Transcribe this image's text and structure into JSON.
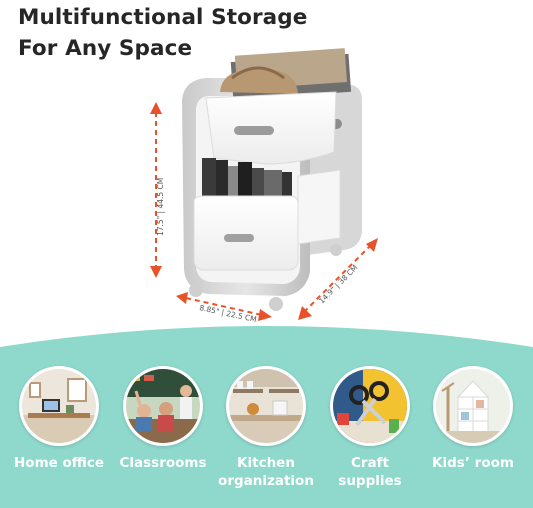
{
  "headline": {
    "line1": "Multifunctional Storage",
    "line2": "For Any Space"
  },
  "dimensions": {
    "height": "17.5\" | 44.5 CM",
    "width": "8.85\" | 22.5 CM",
    "depth": "14.9\" | 38 CM"
  },
  "colors": {
    "accent_orange": "#E8522A",
    "teal_band": "#8ED8CC",
    "heading_text": "#262626"
  },
  "categories": [
    {
      "label": "Home office",
      "icon": "home-office-photo"
    },
    {
      "label": "Classrooms",
      "icon": "classroom-photo"
    },
    {
      "label": "Kitchen organization",
      "icon": "kitchen-photo"
    },
    {
      "label": "Craft supplies",
      "icon": "craft-supplies-photo"
    },
    {
      "label": "Kids’ room",
      "icon": "kids-room-photo"
    }
  ]
}
